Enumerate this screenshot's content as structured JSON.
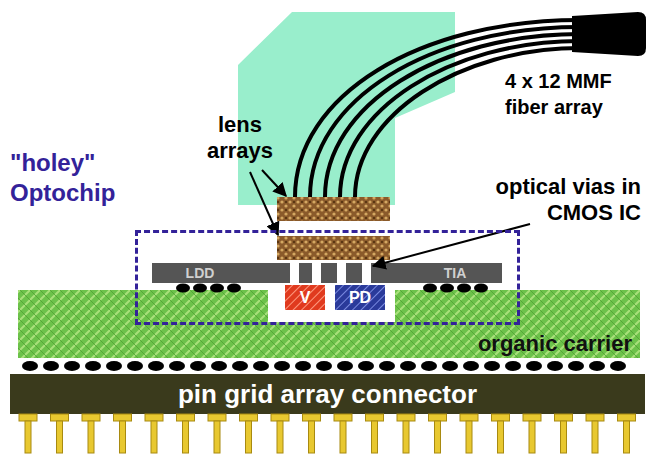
{
  "diagram": {
    "nodes": [
      {
        "text": [
          "\"holey\" Optochip"
        ]
      },
      {
        "text": [
          "LDD",
          "TIA"
        ],
        "in": 0
      },
      {
        "text": [
          "V"
        ],
        "in": 0
      },
      {
        "text": [
          "PD"
        ],
        "in": 0
      },
      {
        "text": [
          "organic carrier"
        ]
      },
      {
        "text": [
          "pin grid array connector"
        ]
      }
    ],
    "labels": [
      "4 x 12 MMF fiber array",
      "lens arrays",
      "optical vias in CMOS IC"
    ]
  }
}
